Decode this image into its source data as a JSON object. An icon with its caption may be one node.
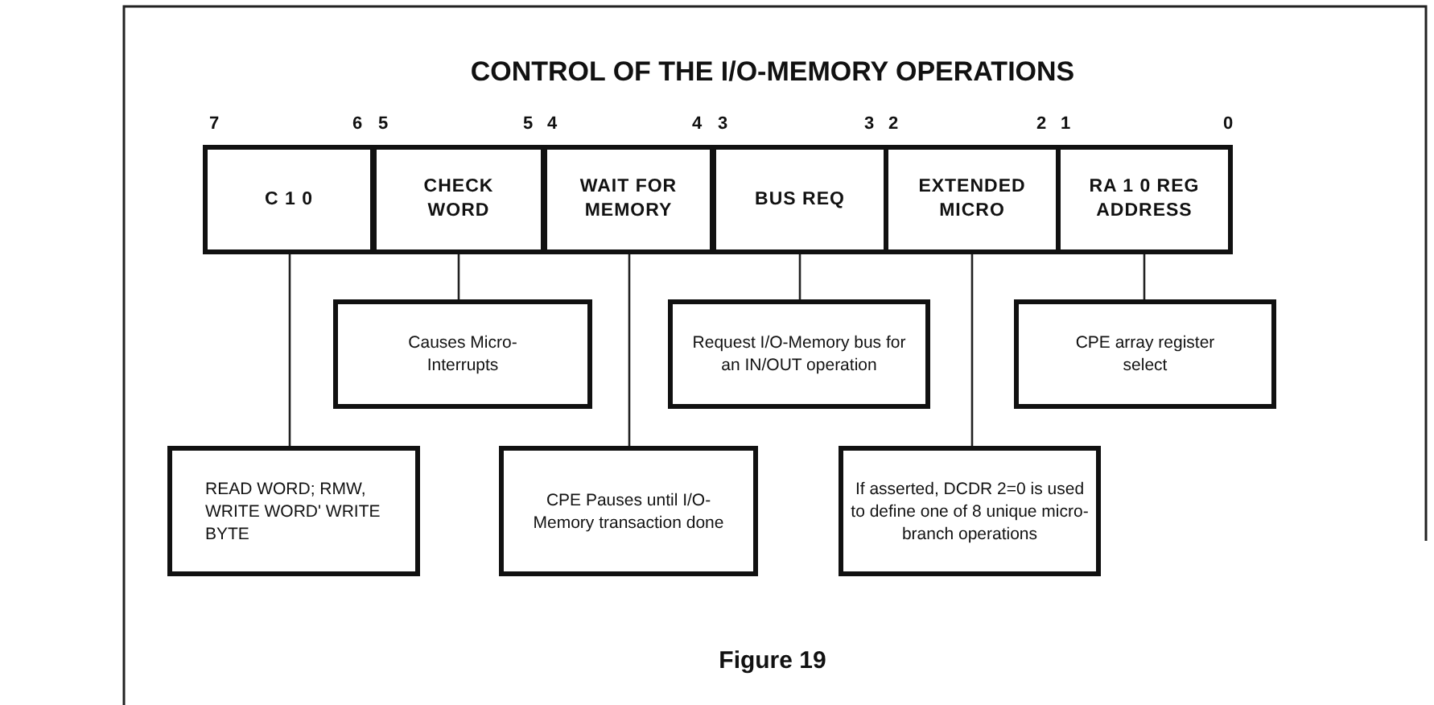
{
  "diagram": {
    "title": "CONTROL OF THE I/O-MEMORY OPERATIONS",
    "caption": "Figure 19",
    "nodes": [
      {
        "text": [
          "C 1 0"
        ]
      },
      {
        "text": [
          "CHECK WORD"
        ]
      },
      {
        "text": [
          "WAIT FOR MEMORY"
        ]
      },
      {
        "text": [
          "BUS REQ"
        ]
      },
      {
        "text": [
          "EXTENDED MICRO"
        ]
      },
      {
        "text": [
          "RA 1 0 REG ADDRESS"
        ]
      },
      {
        "text": [
          "Causes Micro-Interrupts"
        ]
      },
      {
        "text": [
          "Request I/O-Memory bus for an IN/OUT operation"
        ]
      },
      {
        "text": [
          "CPE array register select"
        ]
      },
      {
        "text": [
          "READ WORD; RMW, WRITE WORD' WRITE BYTE"
        ]
      },
      {
        "text": [
          "CPE Pauses until I/O-Memory transaction done"
        ]
      },
      {
        "text": [
          "If asserted, DCDR 2=0 is used to define one of 8 unique micro-branch operations"
        ]
      }
    ],
    "edges": [
      {
        "from": 0,
        "to": 9,
        "arrow": "none"
      },
      {
        "from": 1,
        "to": 6,
        "arrow": "none"
      },
      {
        "from": 2,
        "to": 10,
        "arrow": "none"
      },
      {
        "from": 3,
        "to": 7,
        "arrow": "none"
      },
      {
        "from": 4,
        "to": 11,
        "arrow": "none"
      },
      {
        "from": 5,
        "to": 8,
        "arrow": "none"
      }
    ],
    "labels": [
      "7",
      "6",
      "5",
      "5",
      "4",
      "4",
      "3",
      "3",
      "2",
      "2",
      "1",
      "0"
    ]
  }
}
